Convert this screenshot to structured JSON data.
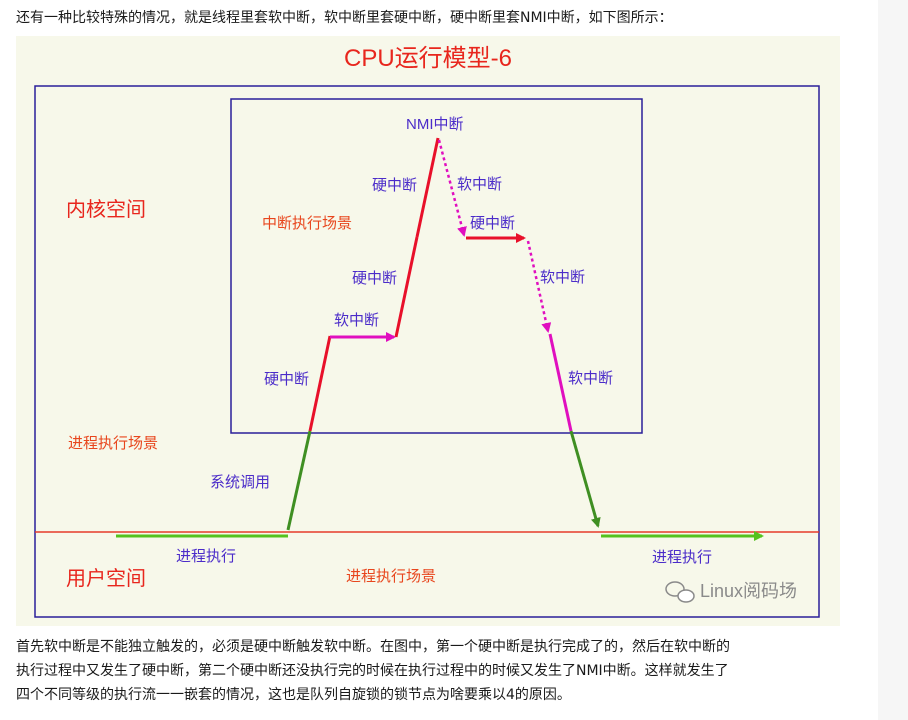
{
  "article": {
    "intro": "还有一种比较特殊的情况，就是线程里套软中断，软中断里套硬中断，硬中断里套NMI中断，如下图所示：",
    "paragraph_lines": [
      "首先软中断是不能独立触发的，必须是硬中断触发软中断。在图中，第一个硬中断是执行完成了的，然后在软中断的",
      "执行过程中又发生了硬中断，第二个硬中断还没执行完的时候在执行过程中的时候又发生了NMI中断。这样就发生了",
      "四个不同等级的执行流一一嵌套的情况，这也是队列自旋锁的锁节点为啥要乘以4的原因。"
    ]
  },
  "diagram": {
    "title": "CPU运行模型-6",
    "kernel_space": "内核空间",
    "user_space": "用户空间",
    "interrupt_scene": "中断执行场景",
    "process_scene_upper": "进程执行场景",
    "process_scene_lower": "进程执行场景",
    "syscall": "系统调用",
    "proc_exec_left": "进程执行",
    "proc_exec_right": "进程执行",
    "hardirq_1": "硬中断",
    "softirq_1": "软中断",
    "hardirq_2": "硬中断",
    "hardirq_3": "硬中断",
    "nmi": "NMI中断",
    "softirq_2": "软中断",
    "hardirq_4": "硬中断",
    "softirq_3": "软中断",
    "softirq_4": "软中断",
    "watermark": "Linux阅码场",
    "colors": {
      "background": "#f7f8ea",
      "frame": "#2a1f99",
      "red_text": "#e8261d",
      "orange_text": "#e8461d",
      "purple_text": "#4b2cc9",
      "hardirq_line": "#e8102a",
      "softirq_line": "#e00fbf",
      "syscall_line": "#3f8f22",
      "process_line": "#55c21f",
      "boundary_line": "#e53a2a"
    }
  }
}
